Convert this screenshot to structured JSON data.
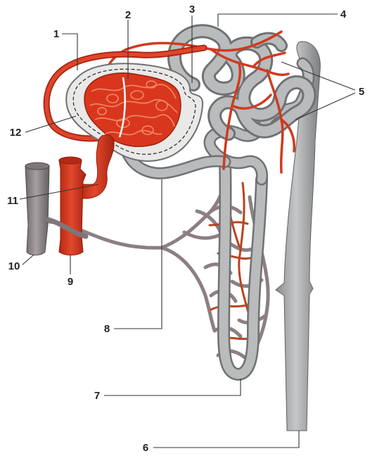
{
  "labels": [
    {
      "id": "1",
      "text": "1"
    },
    {
      "id": "2",
      "text": "2"
    },
    {
      "id": "3",
      "text": "3"
    },
    {
      "id": "4",
      "text": "4"
    },
    {
      "id": "5",
      "text": "5"
    },
    {
      "id": "6",
      "text": "6"
    },
    {
      "id": "7",
      "text": "7"
    },
    {
      "id": "8",
      "text": "8"
    },
    {
      "id": "9",
      "text": "9"
    },
    {
      "id": "10",
      "text": "10"
    },
    {
      "id": "11",
      "text": "11"
    },
    {
      "id": "12",
      "text": "12"
    }
  ],
  "colors": {
    "artery": "#d8351c",
    "artery_dark": "#a52312",
    "tubule": "#a7a9ab",
    "tubule_dark": "#6f7173",
    "vein": "#8c8487",
    "capsule": "#ececea",
    "background": "#ffffff"
  }
}
